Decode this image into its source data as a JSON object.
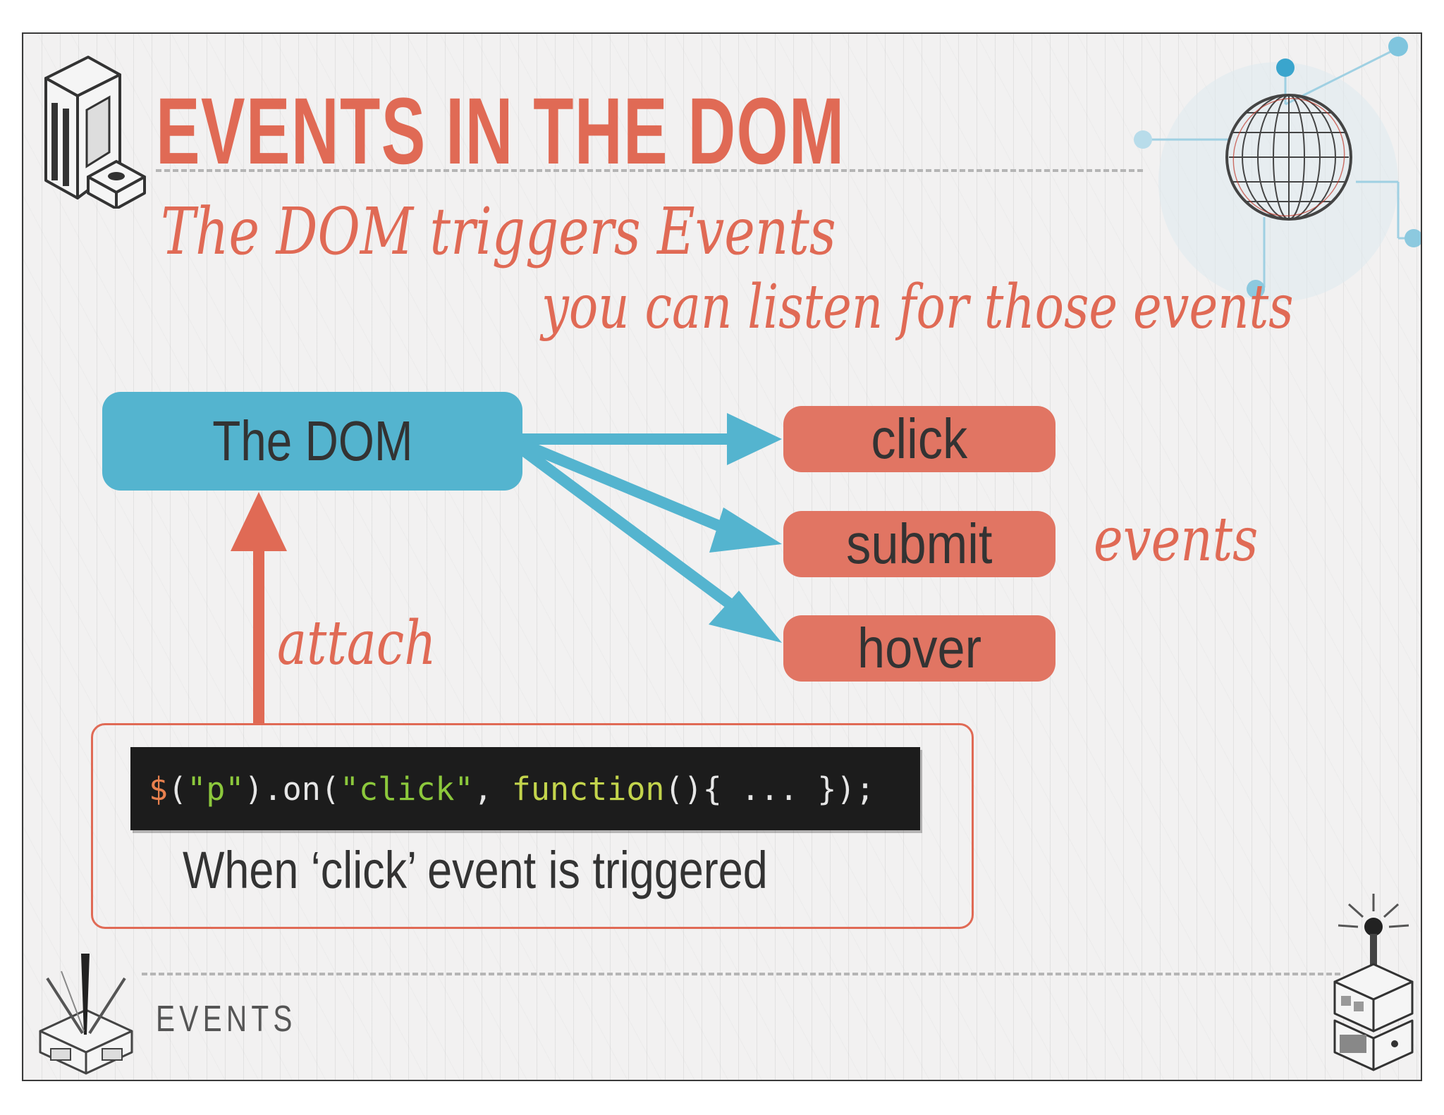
{
  "slide": {
    "title": "EVENTS IN THE DOM",
    "subtitle_line1": "The DOM triggers Events",
    "subtitle_line2": "you can listen for those events",
    "footer_label": "EVENTS"
  },
  "diagram": {
    "source_node": "The DOM",
    "event_nodes": [
      "click",
      "submit",
      "hover"
    ],
    "events_label": "events",
    "attach_label": "attach",
    "code": {
      "dollar": "$",
      "open": "(",
      "selector": "\"p\"",
      "method": ").on(",
      "event_name": "\"click\"",
      "comma": ", ",
      "keyword": "function",
      "rest": "(){ ... });"
    },
    "caption": "When ‘click’ event is triggered"
  },
  "colors": {
    "accent_red": "#e06a55",
    "event_box": "#e17563",
    "dom_blue": "#54b4cf",
    "code_bg": "#1c1c1c",
    "text_dark": "#333333"
  },
  "icons": [
    "server-tower-icon",
    "wireframe-globe-icon",
    "network-nodes-icon",
    "hammer-tool-box-icon",
    "robot-antenna-icon"
  ]
}
